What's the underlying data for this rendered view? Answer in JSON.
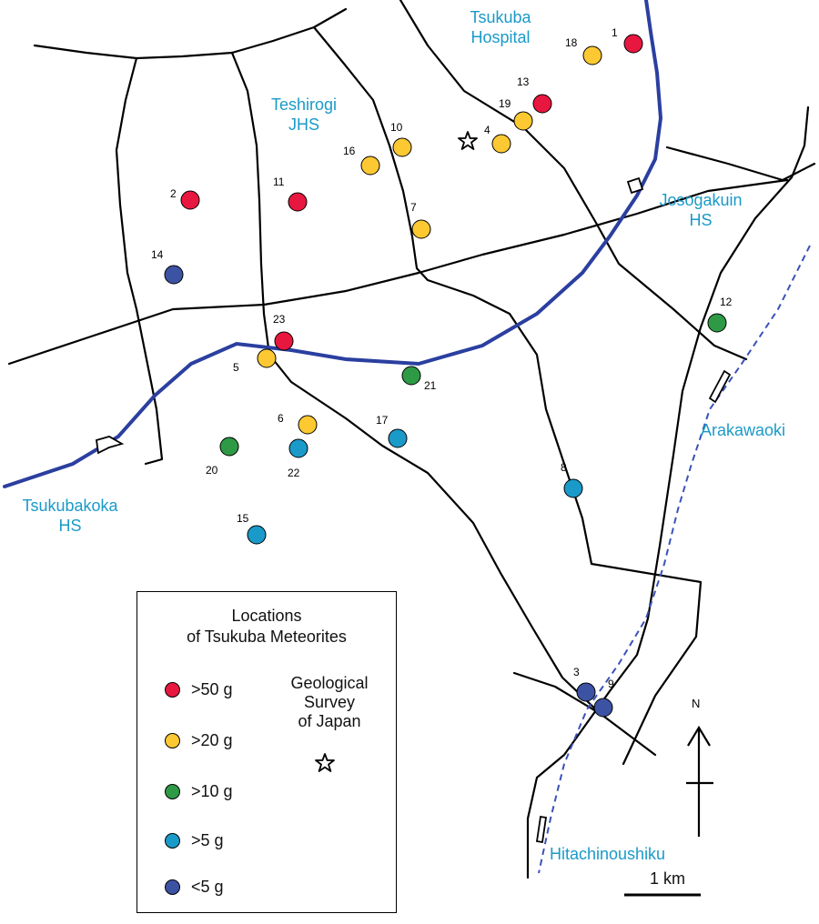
{
  "place_labels": {
    "tsukuba_hospital_1": "Tsukuba",
    "tsukuba_hospital_2": "Hospital",
    "teshirogi_1": "Teshirogi",
    "teshirogi_2": "JHS",
    "josogakuin_1": "Josogakuin",
    "josogakuin_2": "HS",
    "arakawaoki": "Arakawaoki",
    "tsukubakoka_1": "Tsukubakoka",
    "tsukubakoka_2": "HS",
    "hitachinoushiku": "Hitachinoushiku"
  },
  "legend": {
    "title_1": "Locations",
    "title_2": "of Tsukuba Meteorites",
    "items": [
      {
        "label": ">50 g",
        "color": "#e8173f"
      },
      {
        "label": ">20 g",
        "color": "#fcc932"
      },
      {
        "label": ">10 g",
        "color": "#2e9a45"
      },
      {
        "label": ">5 g",
        "color": "#1a9ac8"
      },
      {
        "label": "<5 g",
        "color": "#3c52a3"
      }
    ],
    "gsj_1": "Geological",
    "gsj_2": "Survey",
    "gsj_3": "of Japan"
  },
  "compass": {
    "label": "N"
  },
  "scale": {
    "label": "1 km"
  },
  "colors": {
    "railway_solid": "#2b3fa0",
    "railway_dashed": "#3a52b8",
    "road": "#000000"
  },
  "meteorites": [
    {
      "id": "1",
      "mass_class": ">50 g"
    },
    {
      "id": "2",
      "mass_class": ">50 g"
    },
    {
      "id": "11",
      "mass_class": ">50 g"
    },
    {
      "id": "13",
      "mass_class": ">50 g"
    },
    {
      "id": "23",
      "mass_class": ">50 g"
    },
    {
      "id": "4",
      "mass_class": ">20 g"
    },
    {
      "id": "5",
      "mass_class": ">20 g"
    },
    {
      "id": "6",
      "mass_class": ">20 g"
    },
    {
      "id": "7",
      "mass_class": ">20 g"
    },
    {
      "id": "10",
      "mass_class": ">20 g"
    },
    {
      "id": "16",
      "mass_class": ">20 g"
    },
    {
      "id": "18",
      "mass_class": ">20 g"
    },
    {
      "id": "19",
      "mass_class": ">20 g"
    },
    {
      "id": "12",
      "mass_class": ">10 g"
    },
    {
      "id": "20",
      "mass_class": ">10 g"
    },
    {
      "id": "21",
      "mass_class": ">10 g"
    },
    {
      "id": "8",
      "mass_class": ">5 g"
    },
    {
      "id": "15",
      "mass_class": ">5 g"
    },
    {
      "id": "17",
      "mass_class": ">5 g"
    },
    {
      "id": "22",
      "mass_class": ">5 g"
    },
    {
      "id": "3",
      "mass_class": "<5 g"
    },
    {
      "id": "9",
      "mass_class": "<5 g"
    },
    {
      "id": "14",
      "mass_class": "<5 g"
    }
  ]
}
